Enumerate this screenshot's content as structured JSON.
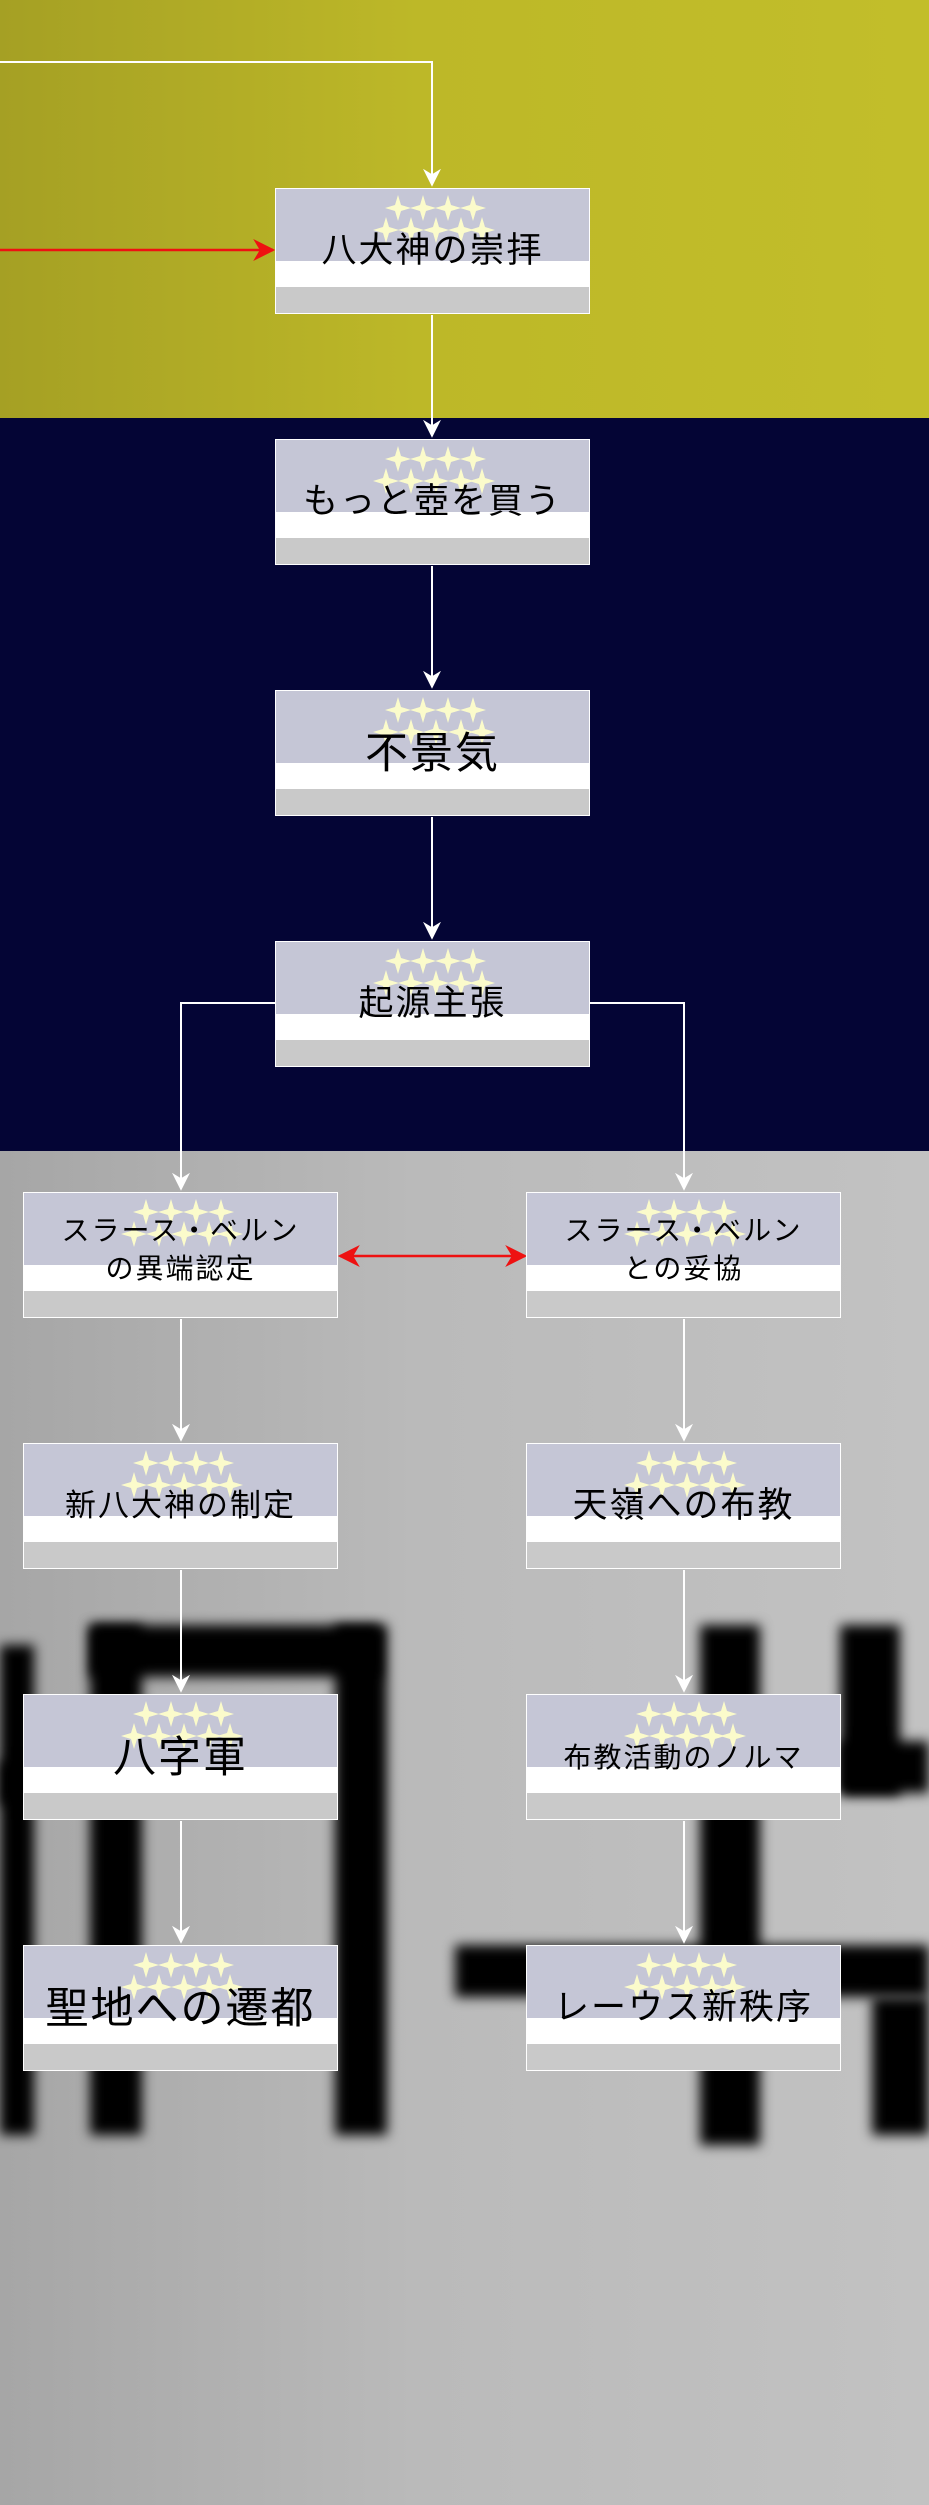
{
  "nodes": [
    {
      "id": "n-worship",
      "label": "八大神の崇拝"
    },
    {
      "id": "n-buy-more-jars",
      "label": "もっと壺を買う"
    },
    {
      "id": "n-recession",
      "label": "不景気"
    },
    {
      "id": "n-claim-origin",
      "label": "起源主張"
    },
    {
      "id": "n-heresy",
      "label": "スラース・ベルン\nの異端認定"
    },
    {
      "id": "n-compromise",
      "label": "スラース・ベルン\nとの妥協"
    },
    {
      "id": "n-new-gods",
      "label": "新八大神の制定"
    },
    {
      "id": "n-mission",
      "label": "天嶺への布教"
    },
    {
      "id": "n-crusade",
      "label": "八字軍"
    },
    {
      "id": "n-quota",
      "label": "布教活動のノルマ"
    },
    {
      "id": "n-capital",
      "label": "聖地への遷都"
    },
    {
      "id": "n-new-order",
      "label": "レーウス新秩序"
    }
  ],
  "colors": {
    "top_band": "#bdb828",
    "middle_band": "#040535",
    "bottom_band": "#bababa",
    "connector": "#ffffff",
    "highlight_connector": "#ee1111",
    "node_top": "#c5c6d6",
    "node_bottom": "#c9c9c9",
    "star": "#fbfbcb"
  },
  "icons": [
    "star-icon"
  ]
}
